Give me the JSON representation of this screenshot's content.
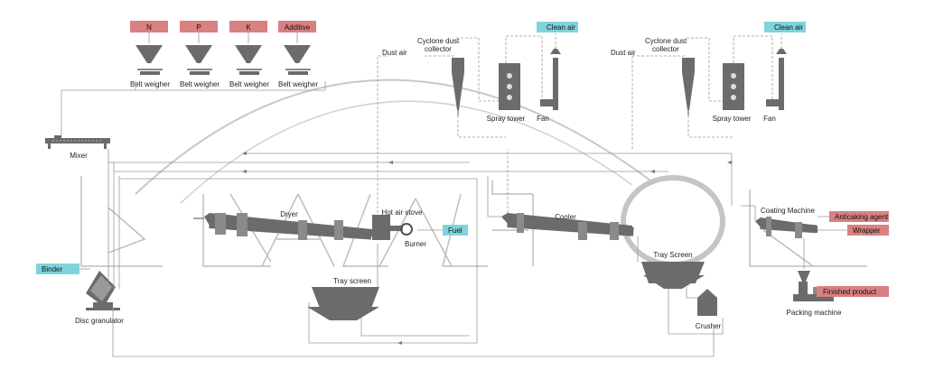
{
  "colors": {
    "material_tag": "#d98080",
    "air_tag": "#7fd3dd",
    "machine": "#6b6b6b",
    "flow_line": "#9a9a9a",
    "watermark": "#c8c8c8"
  },
  "inputs": {
    "n": "N",
    "p": "P",
    "k": "K",
    "additive": "Additive"
  },
  "belt_weigher_label": "Belt weigher",
  "labels": {
    "mixer": "Mixer",
    "binder": "Binder",
    "disc_granulator": "Disc granulator",
    "tray_screen_1": "Tray screen",
    "dryer": "Dryer",
    "hot_air_stove": "Hot air stove",
    "burner": "Burner",
    "fuel": "Fuel",
    "dust_air": "Dust air",
    "cyclone_dust_collector_line1": "Cyclone dust",
    "cyclone_dust_collector_line2": "collector",
    "spray_tower": "Spray tower",
    "fan": "Fan",
    "clean_air": "Clean air",
    "cooler": "Cooler",
    "tray_screen_2": "Tray Screen",
    "crusher": "Crusher",
    "coating_machine": "Coating Machine",
    "anticaking_agent": "Anticaking agent",
    "wrapper": "Wrapper",
    "finished_product": "Finished product",
    "packing_machine": "Packing machine"
  }
}
